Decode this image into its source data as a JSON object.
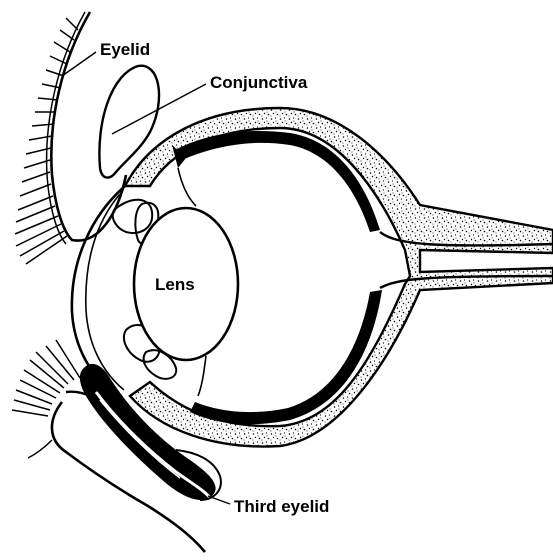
{
  "diagram": {
    "labels": {
      "eyelid": "Eyelid",
      "conjunctiva": "Conjunctiva",
      "lens": "Lens",
      "third_eyelid": "Third eyelid"
    }
  }
}
